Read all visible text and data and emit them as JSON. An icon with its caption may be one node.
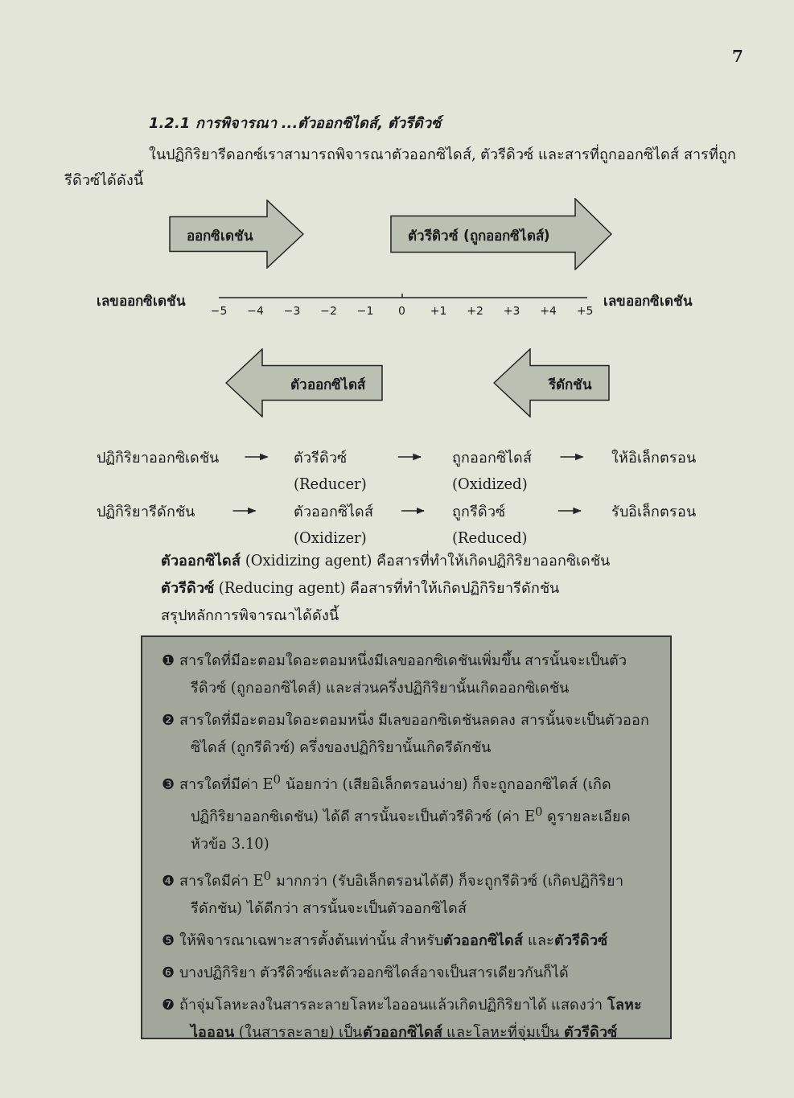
{
  "diagram": {
    "title": "1.2.1 การพิจารณา ...ตัวออกซิไดส์, ตัวรีดิวซ์",
    "nodes": [
      {
        "text": [
          "ออกซิเดชัน"
        ]
      },
      {
        "text": [
          "ตัวรีดิวซ์ (ถูกออกซิไดส์)"
        ]
      },
      {
        "text": [
          "ตัวออกซิไดส์"
        ]
      },
      {
        "text": [
          "รีดักชัน"
        ]
      },
      {
        "text": [
          "ปฏิกิริยาออกซิเดชัน"
        ]
      },
      {
        "text": [
          "ตัวรีดิวซ์",
          "(Reducer)"
        ]
      },
      {
        "text": [
          "ถูกออกซิไดส์",
          "(Oxidized)"
        ]
      },
      {
        "text": [
          "ให้อิเล็กตรอน"
        ]
      },
      {
        "text": [
          "ปฏิกิริยารีดักชัน"
        ]
      },
      {
        "text": [
          "ตัวออกซิไดส์",
          "(Oxidizer)"
        ]
      },
      {
        "text": [
          "ถูกรีดิวซ์",
          "(Reduced)"
        ]
      },
      {
        "text": [
          "รับอิเล็กตรอน"
        ]
      },
      {
        "text": [
          "❶ สารใดที่มีอะตอมใดอะตอมหนึ่งมีเลขออกซิเดชันเพิ่มขึ้น สารนั้นจะเป็นตัวรีดิวซ์ (ถูกออกซิไดส์) และส่วนครึ่งปฏิกิริยานั้นเกิดออกซิเดชัน",
          "❷ สารใดที่มีอะตอมใดอะตอมหนึ่ง มีเลขออกซิเดชันลดลง สารนั้นจะเป็นตัวออกซิไดส์ (ถูกรีดิวซ์) ครึ่งของปฏิกิริยานั้นเกิดรีดักชัน",
          "❸ สารใดที่มีค่า E$^{0}$ น้อยกว่า (เสียอิเล็กตรอนง่าย) ก็จะถูกออกซิไดส์ (เกิดปฏิกิริยาออกซิเดชัน) ได้ดี สารนั้นจะเป็นตัวรีดิวซ์ (ค่า E$^{0}$ ดูรายละเอียดหัวข้อ 3.10)",
          "❹ สารใดมีค่า E$^{0}$ มากกว่า (รับอิเล็กตรอนได้ดี) ก็จะถูกรีดิวซ์ (เกิดปฏิกิริยารีดักชัน) ได้ดีกว่า สารนั้นจะเป็นตัวออกซิไดส์",
          "❺ ให้พิจารณาเฉพาะสารตั้งต้นเท่านั้น สำหรับ**ตัวออกซิไดส์** และ**ตัวรีดิวซ์**",
          "❻ บางปฏิกิริยา ตัวรีดิวซ์และตัวออกซิไดส์อาจเป็นสารเดียวกันก็ได้",
          "❼ ถ้าจุ่มโลหะลงในสารละลายโลหะไอออนแล้วเกิดปฏิกิริยาได้ แสดงว่า **โลหะไอออน** (ในสารละลาย) เป็น**ตัวออกซิไดส์** และโลหะที่จุ่มเป็น **ตัวรีดิวซ์**"
        ]
      }
    ],
    "edges": [
      {
        "from": 4,
        "to": 5,
        "arrow": "to"
      },
      {
        "from": 5,
        "to": 6,
        "arrow": "to"
      },
      {
        "from": 6,
        "to": 7,
        "arrow": "to"
      },
      {
        "from": 8,
        "to": 9,
        "arrow": "to"
      },
      {
        "from": 9,
        "to": 10,
        "arrow": "to"
      },
      {
        "from": 10,
        "to": 11,
        "arrow": "to"
      }
    ],
    "labels": [
      "7",
      "ในปฏิกิริยารีดอกซ์เราสามารถพิจารณาตัวออกซิไดส์, ตัวรีดิวซ์ และสารที่ถูกออกซิไดส์ สารที่ถูกรีดิวซ์ได้ดังนี้",
      "เลขออกซิเดชัน",
      "−5",
      "−4",
      "−3",
      "−2",
      "−1",
      "0",
      "+1",
      "+2",
      "+3",
      "+4",
      "+5",
      "เลขออกซิเดชัน",
      "**ตัวออกซิไดส์** (Oxidizing agent) คือสารที่ทำให้เกิดปฏิกิริยาออกซิเดชัน",
      "**ตัวรีดิวซ์** (Reducing agent) คือสารที่ทำให้เกิดปฏิกิริยารีดักชัน",
      "สรุปหลักการพิจารณาได้ดังนี้"
    ]
  }
}
